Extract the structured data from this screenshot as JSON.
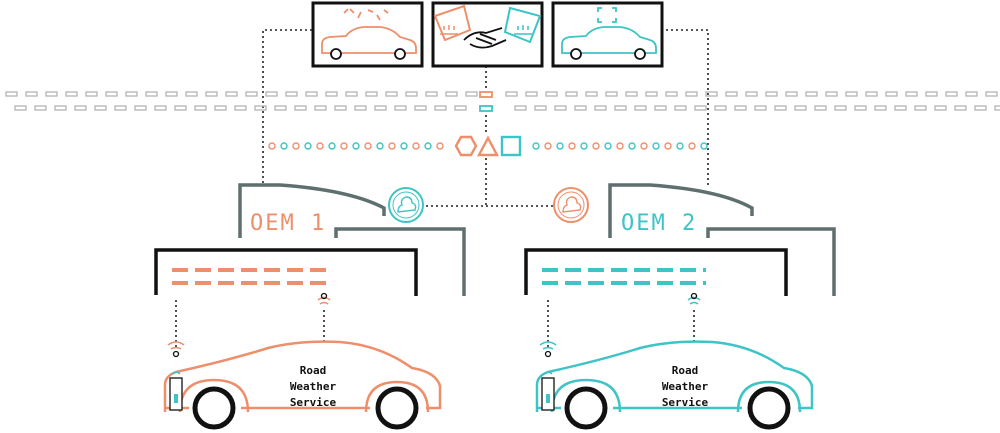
{
  "colors": {
    "orange": "#EE8F6B",
    "teal": "#3EC3C6",
    "dark": "#111111",
    "slate": "#5F6F6F",
    "grey": "#B9B9B9"
  },
  "oem1": {
    "label": "OEM 1",
    "service": [
      "Road",
      "Weather",
      "Service"
    ]
  },
  "oem2": {
    "label": "OEM 2",
    "service": [
      "Road",
      "Weather",
      "Service"
    ]
  },
  "icons": {
    "panel_left": "car-with-falling-data-icon",
    "panel_center": "handshake-icon",
    "panel_right": "car-with-target-icon",
    "cloud_teal": "cloud-service-icon",
    "cloud_orange": "cloud-service-icon",
    "shapes": [
      "hexagon-icon",
      "triangle-icon",
      "square-icon"
    ]
  }
}
